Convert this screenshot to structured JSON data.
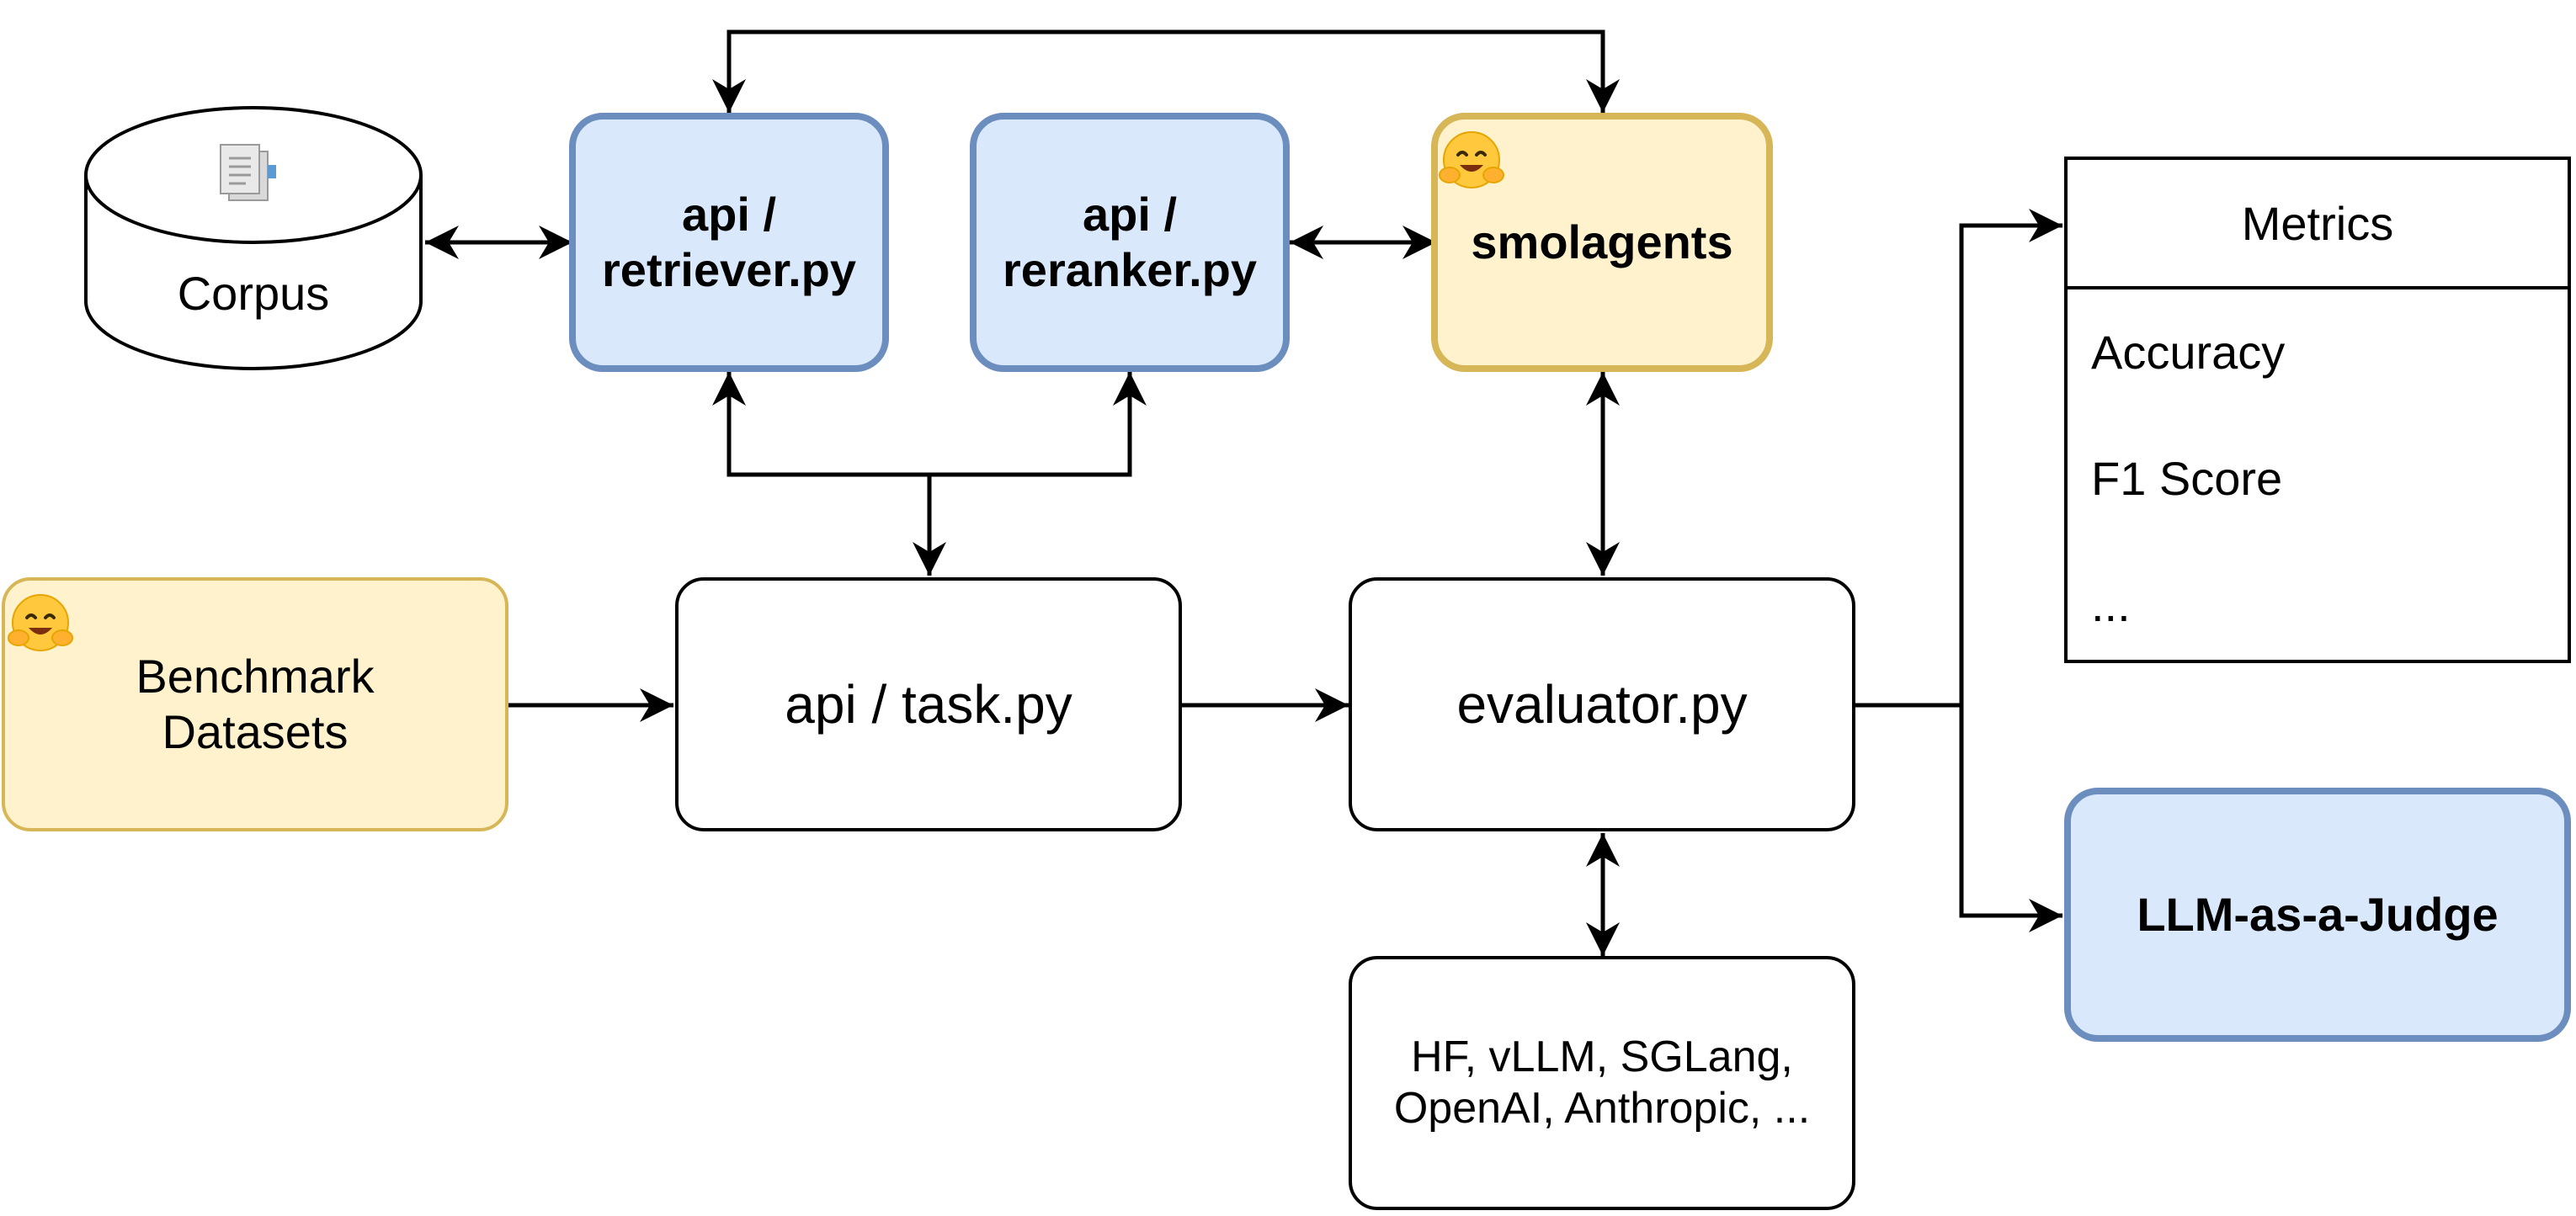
{
  "nodes": {
    "corpus": "Corpus",
    "retriever": "api /\nretriever.py",
    "reranker": "api /\nreranker.py",
    "smolagents": "smolagents",
    "benchmark": "Benchmark\nDatasets",
    "task": "api / task.py",
    "evaluator": "evaluator.py",
    "backends": "HF, vLLM, SGLang,\nOpenAI, Anthropic, ...",
    "judge": "LLM-as-a-Judge"
  },
  "metrics": {
    "title": "Metrics",
    "items": [
      "Accuracy",
      "F1 Score",
      "..."
    ]
  },
  "icons": {
    "hf": "hugging-face-emoji",
    "corpus_doc": "document-icon"
  },
  "colors": {
    "blue_fill": "#dae8fc",
    "blue_stroke": "#6c8ebf",
    "yellow_fill": "#fff2cc",
    "yellow_stroke": "#d6b656"
  }
}
